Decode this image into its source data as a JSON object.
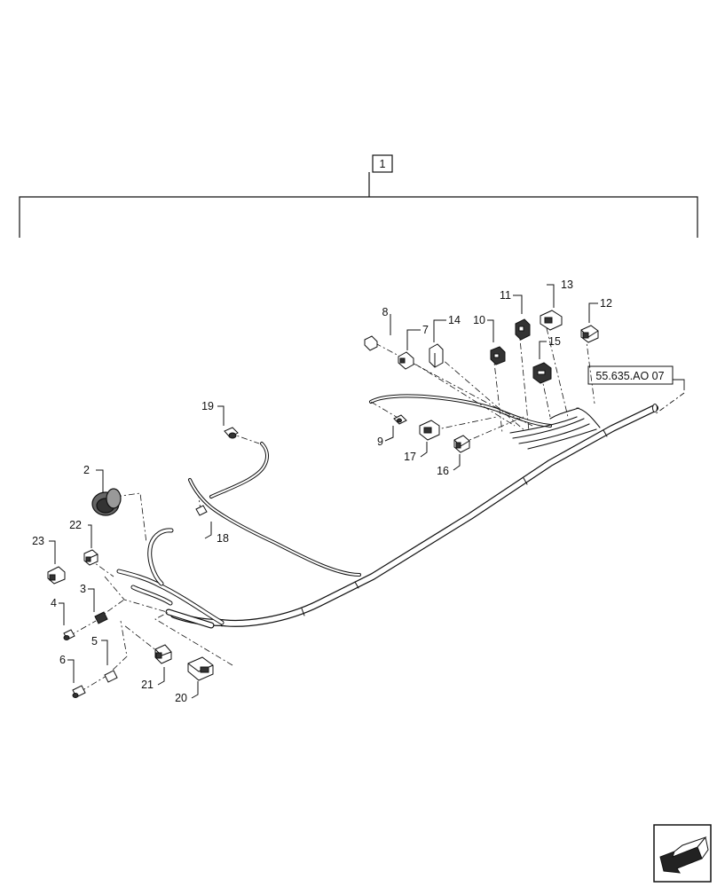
{
  "assembly": {
    "item": "1"
  },
  "reference": {
    "code": "55.635.AO 07"
  },
  "callouts": [
    {
      "id": "2"
    },
    {
      "id": "3"
    },
    {
      "id": "4"
    },
    {
      "id": "5"
    },
    {
      "id": "6"
    },
    {
      "id": "7"
    },
    {
      "id": "8"
    },
    {
      "id": "9"
    },
    {
      "id": "10"
    },
    {
      "id": "11"
    },
    {
      "id": "12"
    },
    {
      "id": "13"
    },
    {
      "id": "14"
    },
    {
      "id": "15"
    },
    {
      "id": "16"
    },
    {
      "id": "17"
    },
    {
      "id": "18"
    },
    {
      "id": "19"
    },
    {
      "id": "20"
    },
    {
      "id": "21"
    },
    {
      "id": "22"
    },
    {
      "id": "23"
    }
  ],
  "nav": {
    "icon": "next-page-arrow-icon"
  }
}
